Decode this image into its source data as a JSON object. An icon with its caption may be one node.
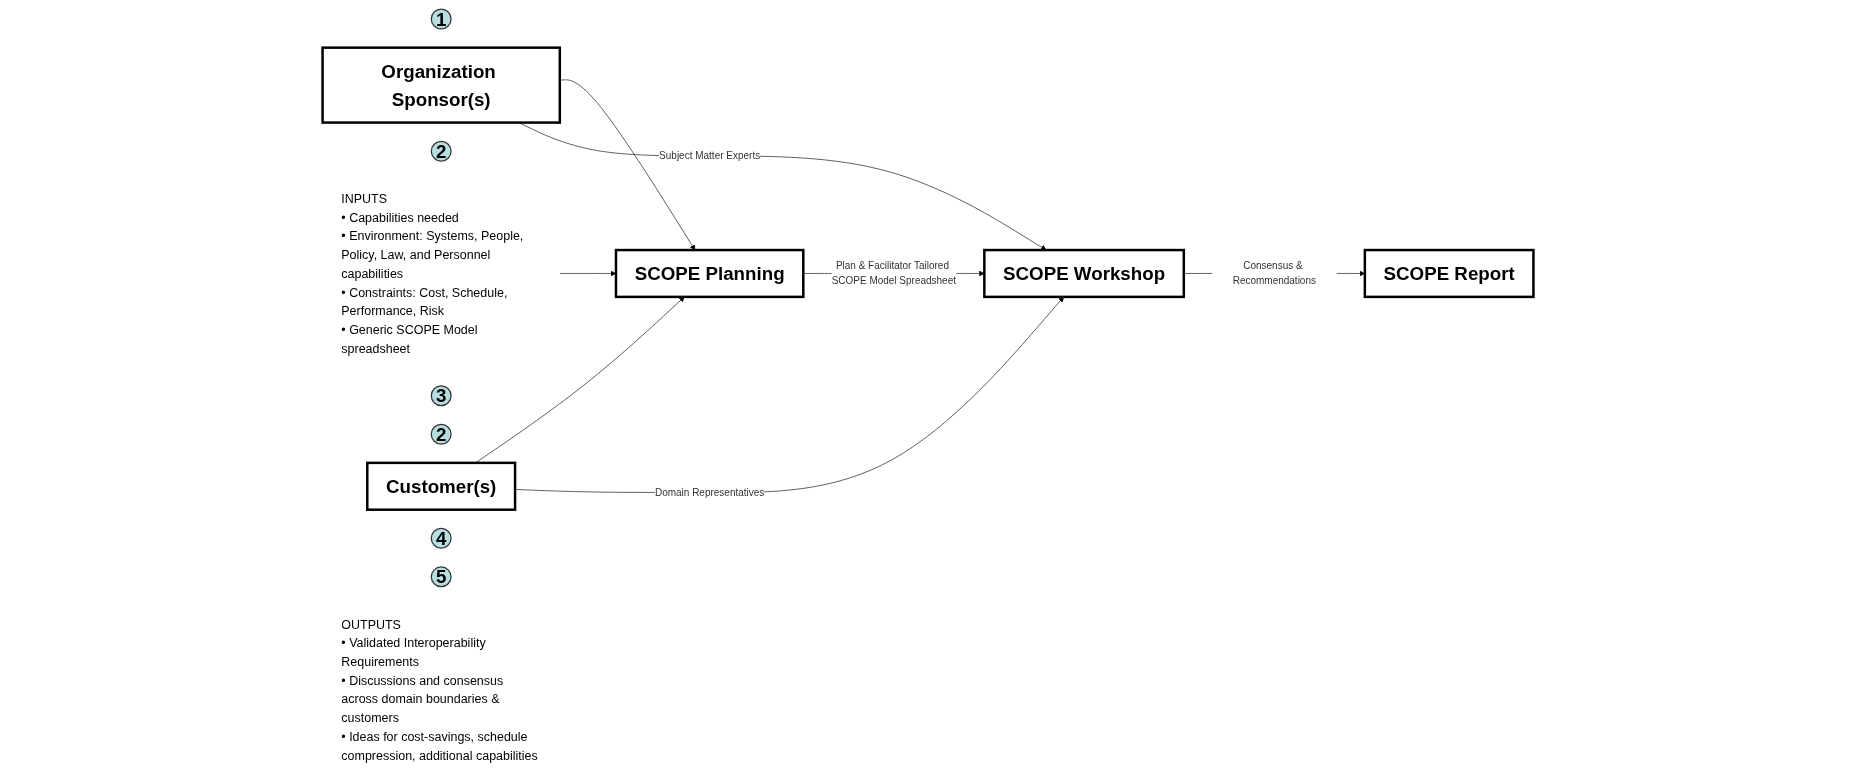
{
  "diagram": {
    "nodes": [
      {
        "text": [
          "1"
        ]
      },
      {
        "text": [
          "INPUTS",
          "• Capabilities needed",
          "• Environment: Systems, People, Policy, Law, and Personnel capabilities",
          "• Constraints: Cost, Schedule, Performance, Risk",
          "• Generic SCOPE Model spreadsheet"
        ]
      },
      {
        "text": [
          "2"
        ]
      },
      {
        "text": [
          "Organization Sponsor(s)"
        ]
      },
      {
        "text": [
          "3"
        ]
      },
      {
        "text": [
          "SCOPE Planning"
        ]
      },
      {
        "text": [
          "2"
        ]
      },
      {
        "text": [
          "Customer(s)"
        ]
      },
      {
        "text": [
          "4"
        ]
      },
      {
        "text": [
          "SCOPE Workshop"
        ]
      },
      {
        "text": [
          "5"
        ]
      },
      {
        "text": [
          "SCOPE Report"
        ]
      },
      {
        "text": [
          "OUTPUTS",
          "• Validated Interoperability Requirements",
          "• Discussions and consensus across domain boundaries & customers",
          "• Ideas for cost-savings, schedule compression, additional capabilities"
        ]
      }
    ],
    "edges": [
      {
        "from": 1,
        "to": 5,
        "arrow": "to"
      },
      {
        "from": 3,
        "to": 5,
        "arrow": "to"
      },
      {
        "from": 7,
        "to": 5,
        "arrow": "to"
      },
      {
        "from": 3,
        "to": 9,
        "arrow": "to",
        "label": "Subject Matter Experts"
      },
      {
        "from": 7,
        "to": 9,
        "arrow": "to",
        "label": "Domain Representatives"
      },
      {
        "from": 5,
        "to": 9,
        "arrow": "to",
        "label": "Plan & Facilitator Tailored SCOPE Model Spreadsheet"
      },
      {
        "from": 9,
        "to": 11,
        "arrow": "to",
        "label": "Consensus & Recommendations"
      }
    ]
  }
}
